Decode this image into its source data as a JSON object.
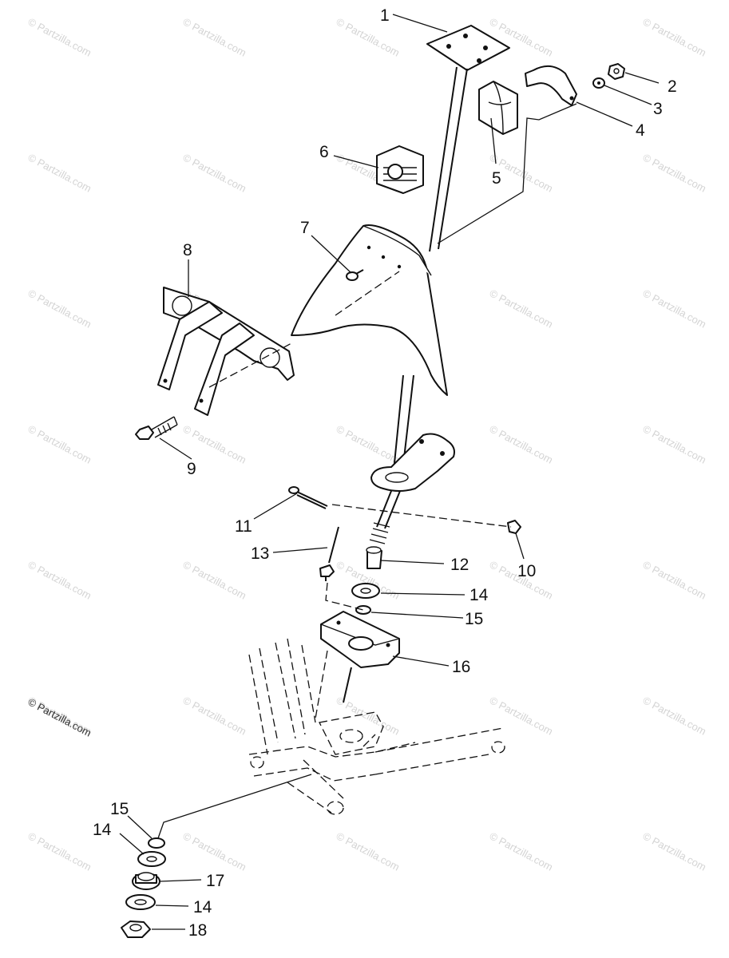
{
  "watermark": {
    "text": "© Partzilla.com",
    "copyright": "© Partzilla.com"
  },
  "callouts": {
    "c1": "1",
    "c2": "2",
    "c3": "3",
    "c4": "4",
    "c5": "5",
    "c6": "6",
    "c7": "7",
    "c8": "8",
    "c9": "9",
    "c10": "10",
    "c11": "11",
    "c12": "12",
    "c13": "13",
    "c14a": "14",
    "c15a": "15",
    "c16": "16",
    "c15b": "15",
    "c14b": "14",
    "c17": "17",
    "c14c": "14",
    "c18": "18"
  }
}
